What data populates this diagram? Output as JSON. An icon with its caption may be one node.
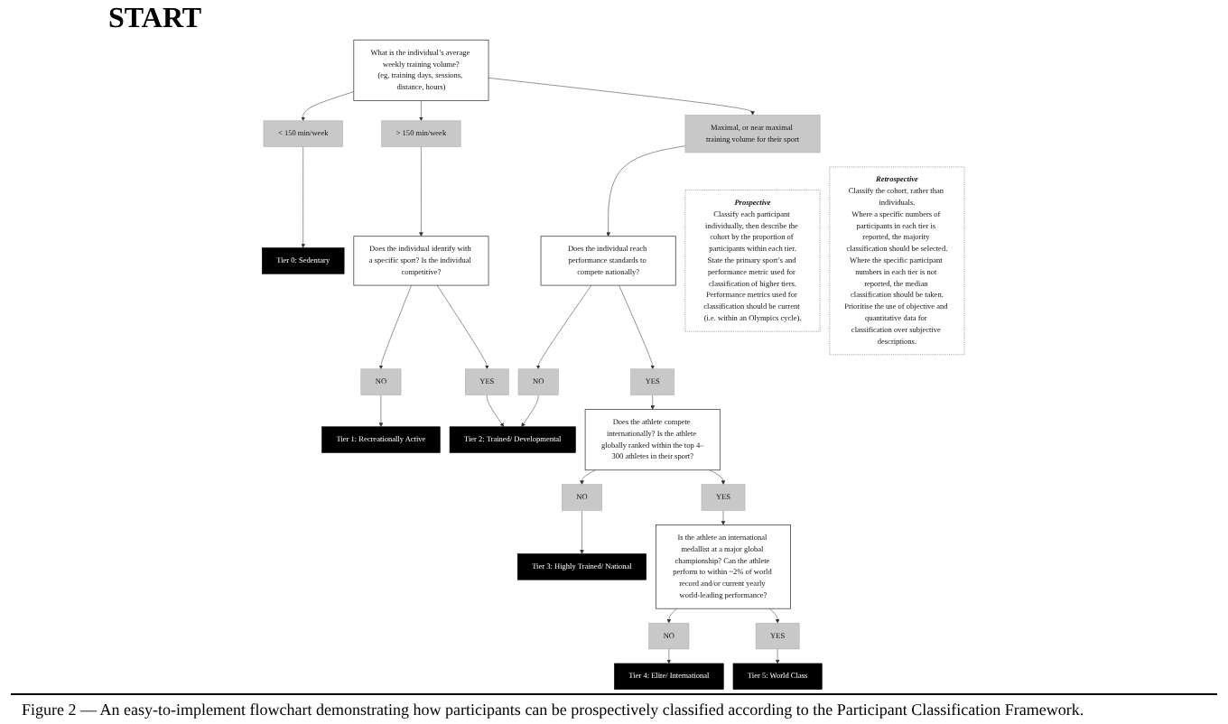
{
  "diagram": {
    "title": "START",
    "caption": "Figure 2 — An easy-to-implement flowchart demonstrating how participants can be prospectively classified according to the Participant Classification Framework.",
    "nodes": [
      {
        "text": [
          "What is the individual’s average weekly training volume?",
          "(eg, training days, sessions, distance, hours)"
        ]
      },
      {
        "text": [
          "< 150 min/week"
        ]
      },
      {
        "text": [
          "> 150 min/week"
        ]
      },
      {
        "text": [
          "Maximal, or near maximal training volume for their sport"
        ]
      },
      {
        "text": [
          "Tier 0: Sedentary"
        ]
      },
      {
        "text": [
          "Does the individual identify with a specific sport? Is the individual competitive?"
        ]
      },
      {
        "text": [
          "NO"
        ]
      },
      {
        "text": [
          "YES"
        ]
      },
      {
        "text": [
          "Tier 1: Recreationally Active"
        ]
      },
      {
        "text": [
          "Tier 2: Trained/ Developmental"
        ]
      },
      {
        "text": [
          "Does the individual reach performance standards to compete nationally?"
        ]
      },
      {
        "text": [
          "NO"
        ]
      },
      {
        "text": [
          "YES"
        ]
      },
      {
        "text": [
          "Does the athlete compete internationally? Is the athlete globally ranked within the top 4–300 athletes in their sport?"
        ]
      },
      {
        "text": [
          "NO"
        ]
      },
      {
        "text": [
          "YES"
        ]
      },
      {
        "text": [
          "Tier 3: Highly Trained/ National"
        ]
      },
      {
        "text": [
          "Is the athlete an international medallist at a major global championship? Can the athlete perform to within ~2% of world record and/or current yearly world-leading performance?"
        ]
      },
      {
        "text": [
          "NO"
        ]
      },
      {
        "text": [
          "YES"
        ]
      },
      {
        "text": [
          "Tier 4: Elite/ International"
        ]
      },
      {
        "text": [
          "Tier 5: World Class"
        ]
      },
      {
        "text": [
          "Prospective",
          "Classify each participant individually, then describe the cohort by the proportion of participants within each tier.",
          "State the primary sport’s and performance metric used for classification of higher tiers.",
          "Performance metrics used for classification should be current (i.e. within an Olympics cycle)."
        ]
      },
      {
        "text": [
          "Retrospective",
          "Classify the cohort, rather than individuals.",
          "Where a specific numbers of participants in each tier is reported, the majority classification should be selected.",
          "Where the specific participant numbers in each tier is not reported, the median classification should be taken.",
          "Prioritise the use of objective and quantitative data for classification over subjective descriptions."
        ]
      }
    ],
    "edges": [
      {
        "from": 0,
        "to": 1,
        "arrow": "to"
      },
      {
        "from": 0,
        "to": 2,
        "arrow": "to"
      },
      {
        "from": 0,
        "to": 3,
        "arrow": "to"
      },
      {
        "from": 1,
        "to": 4,
        "arrow": "to"
      },
      {
        "from": 2,
        "to": 5,
        "arrow": "to"
      },
      {
        "from": 5,
        "to": 6,
        "arrow": "to"
      },
      {
        "from": 5,
        "to": 7,
        "arrow": "to"
      },
      {
        "from": 6,
        "to": 8,
        "arrow": "to"
      },
      {
        "from": 7,
        "to": 9,
        "arrow": "to"
      },
      {
        "from": 3,
        "to": 10,
        "arrow": "to"
      },
      {
        "from": 10,
        "to": 11,
        "arrow": "to"
      },
      {
        "from": 10,
        "to": 12,
        "arrow": "to"
      },
      {
        "from": 11,
        "to": 9,
        "arrow": "to"
      },
      {
        "from": 12,
        "to": 13,
        "arrow": "to"
      },
      {
        "from": 13,
        "to": 14,
        "arrow": "to"
      },
      {
        "from": 13,
        "to": 15,
        "arrow": "to"
      },
      {
        "from": 14,
        "to": 16,
        "arrow": "to"
      },
      {
        "from": 15,
        "to": 17,
        "arrow": "to"
      },
      {
        "from": 17,
        "to": 18,
        "arrow": "to"
      },
      {
        "from": 17,
        "to": 19,
        "arrow": "to"
      },
      {
        "from": 18,
        "to": 20,
        "arrow": "to"
      },
      {
        "from": 19,
        "to": 21,
        "arrow": "to"
      }
    ]
  }
}
